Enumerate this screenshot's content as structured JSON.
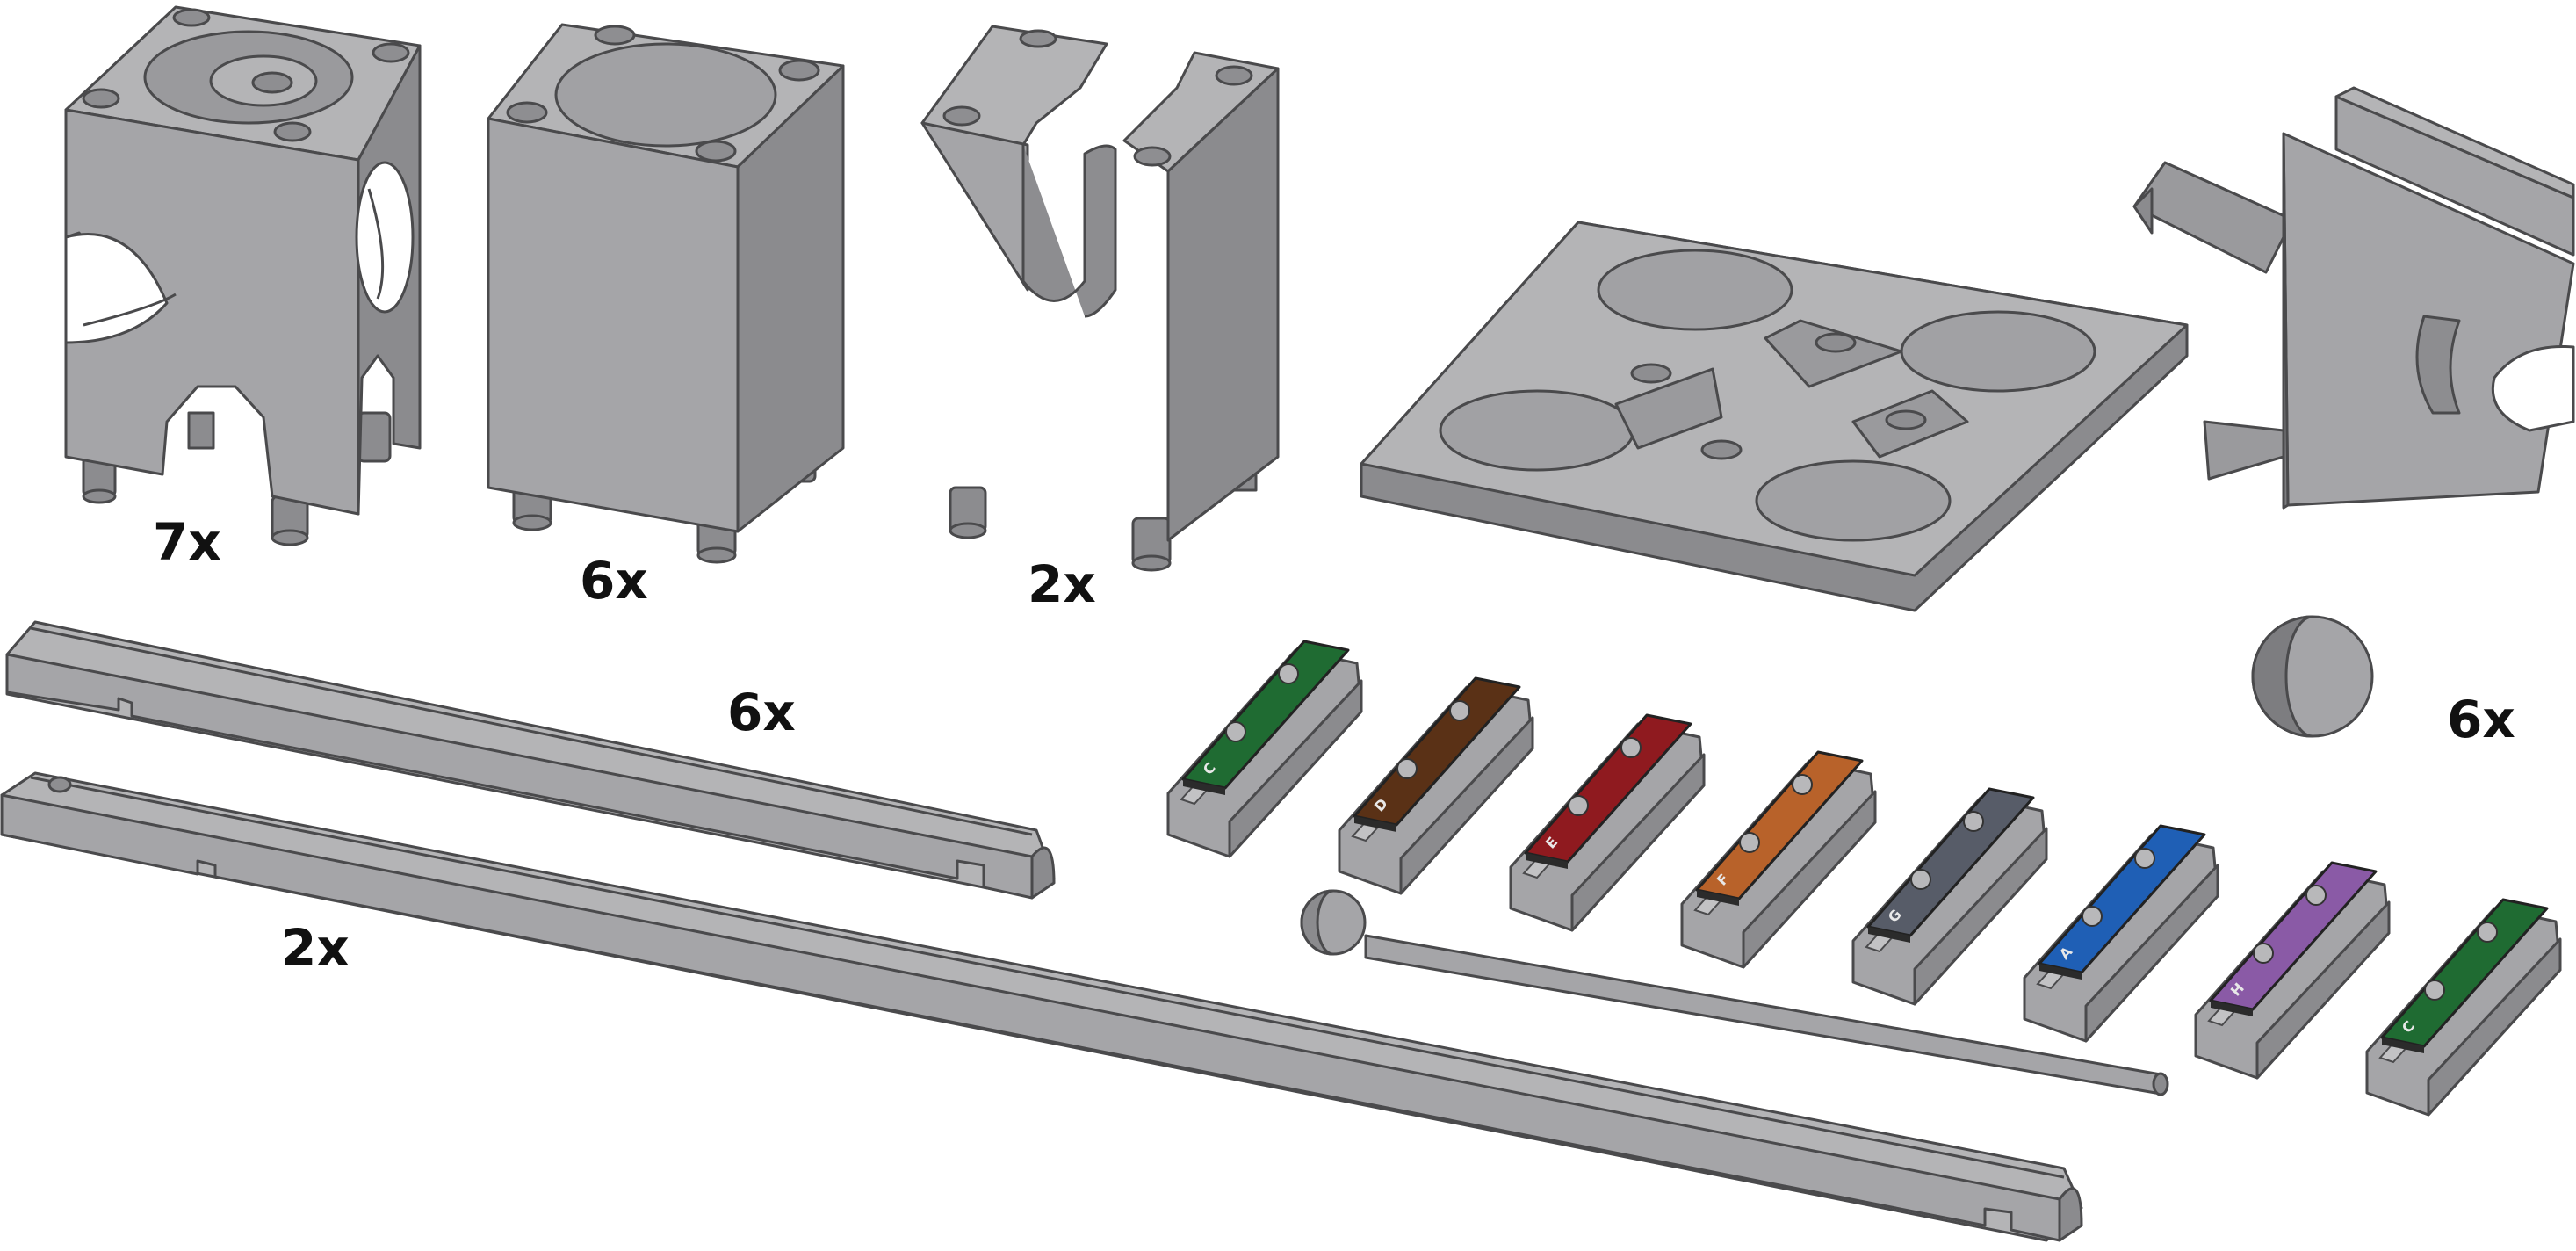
{
  "quantities": {
    "cube_with_holes": "7x",
    "plain_block": "6x",
    "slotted_block": "2x",
    "short_rail": "6x",
    "long_rail": "2x",
    "balls": "6x"
  },
  "xylophone_bars": [
    {
      "note": "C",
      "color": "#1f6b32"
    },
    {
      "note": "D",
      "color": "#5a3116"
    },
    {
      "note": "E",
      "color": "#8f1a1f"
    },
    {
      "note": "F",
      "color": "#b8622a"
    },
    {
      "note": "G",
      "color": "#575c68"
    },
    {
      "note": "A",
      "color": "#1f5fb5"
    },
    {
      "note": "H",
      "color": "#8a5aa6"
    },
    {
      "note": "C",
      "color": "#1f6b32"
    }
  ],
  "colors": {
    "part_light": "#a9a9ab",
    "part_mid": "#939396",
    "part_dark": "#7d7d80",
    "outline": "#4a4a4c"
  }
}
